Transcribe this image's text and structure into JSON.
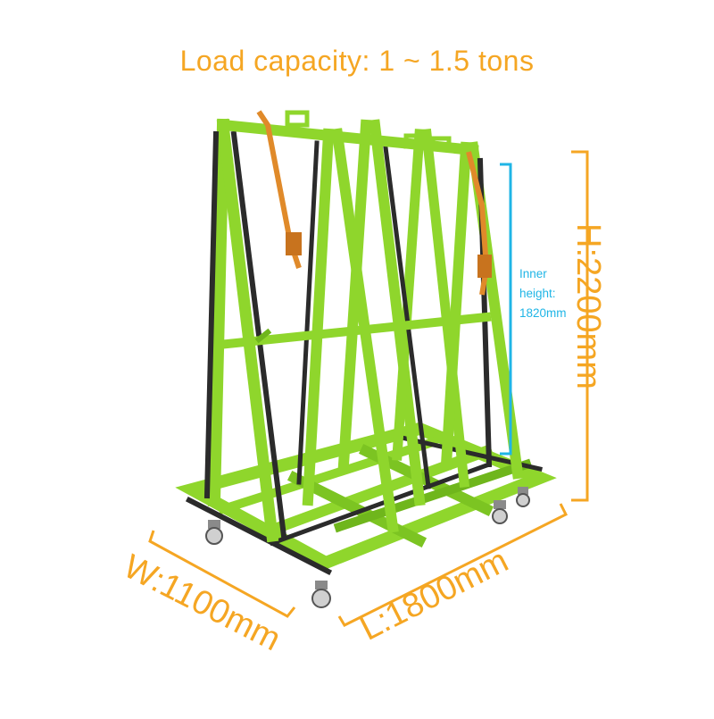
{
  "header": {
    "title": "Load capacity: 1 ~ 1.5 tons"
  },
  "dimensions": {
    "height": "H:2200mm",
    "width": "W:1100mm",
    "length": "L:1800mm"
  },
  "inner_height": {
    "line1": "Inner",
    "line2": "height:",
    "line3": "1820mm"
  },
  "colors": {
    "frame": "#8fd62c",
    "frame_shade": "#6fb61c",
    "rubber": "#2b2b2b",
    "strap": "#e08a2a",
    "dimension": "#f5a623",
    "inner_marker": "#1fb5e6"
  },
  "icons": {
    "product": "a-frame-glass-rack-icon",
    "wheel": "caster-wheel-icon"
  }
}
